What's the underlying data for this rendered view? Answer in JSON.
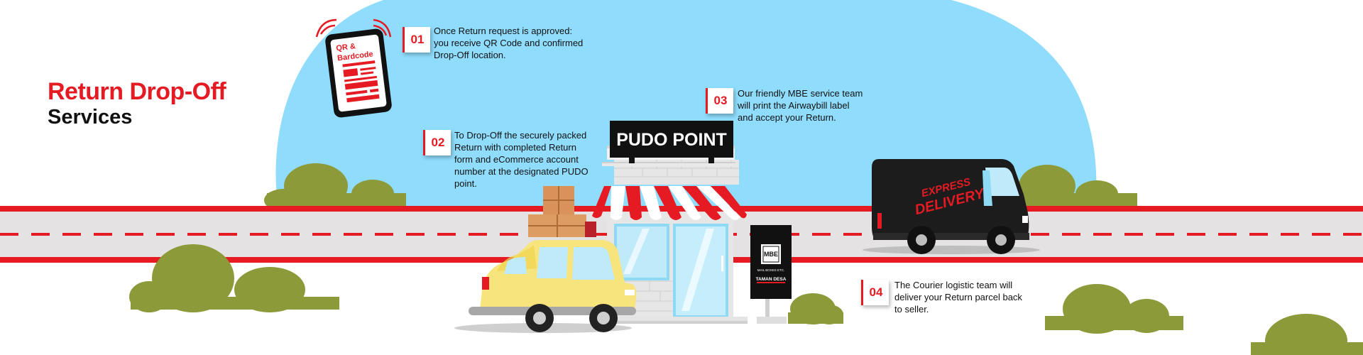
{
  "header": {
    "title_line1": "Return Drop-Off",
    "title_line2": "Services"
  },
  "steps": [
    {
      "number": "01",
      "lines": [
        "Once Return request is approved:",
        "you receive QR Code and confirmed",
        "Drop-Off location."
      ]
    },
    {
      "number": "02",
      "lines": [
        "To Drop-Off the securely packed",
        "Return with completed Return",
        "form and eCommerce account",
        "number at the designated PUDO",
        "point."
      ]
    },
    {
      "number": "03",
      "lines": [
        "Our friendly MBE service team",
        "will print the Airwaybill label",
        "and accept your Return."
      ]
    },
    {
      "number": "04",
      "lines": [
        "The Courier logistic team will",
        "deliver your Return parcel back",
        "to seller."
      ]
    }
  ],
  "illustrations": {
    "phone_label_line1": "QR &",
    "phone_label_line2": "Bardcode",
    "store_sign": "PUDO POINT",
    "kiosk_logo": "MBE",
    "kiosk_logo_sub": "MAIL BOXES ETC.",
    "kiosk_location": "TAMAN DESA",
    "van_text_line1": "EXPRESS",
    "van_text_line2": "DELIVERY"
  },
  "colors": {
    "brand_red": "#e51a23",
    "sky_blue": "#8fdcfc",
    "road_grey": "#e4e2e2",
    "bush_green": "#8d9a3a",
    "van_black": "#1c1c1c",
    "car_yellow": "#f7e47c"
  }
}
